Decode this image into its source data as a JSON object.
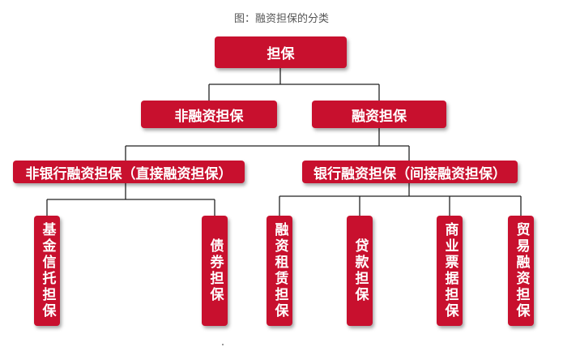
{
  "caption": "图：融资担保的分类",
  "colors": {
    "box": "#c8102e",
    "text": "#ffffff",
    "connector": "#222222"
  },
  "nodes": {
    "root": "担保",
    "non_financing": "非融资担保",
    "financing": "融资担保",
    "non_bank": "非银行融资担保（直接融资担保）",
    "bank": "银行融资担保（间接融资担保）",
    "fund_trust": "基金信托担保",
    "bond": "债券担保",
    "leasing": "融资租赁担保",
    "loan": "贷款担保",
    "commercial_bill": "商业票据担保",
    "trade_finance": "贸易融资担保"
  }
}
